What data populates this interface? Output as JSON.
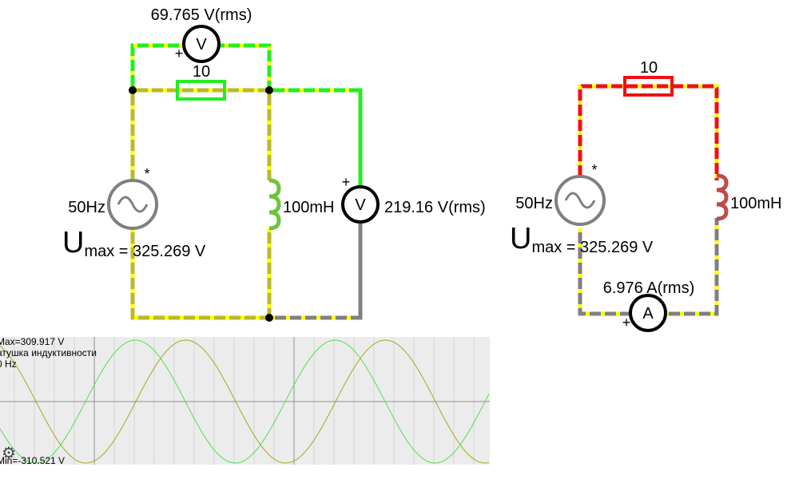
{
  "circuit_left": {
    "voltmeter_top_reading": "69.765 V(rms)",
    "voltmeter_top_symbol": "V",
    "voltmeter_top_plus": "+",
    "resistor_label": "10",
    "source_freq": "50Hz",
    "source_star": "*",
    "source_umax_u": "U",
    "source_umax_sub": "max",
    "source_umax_value": " = 325.269 V",
    "inductor_label": "100mH",
    "voltmeter_right_reading": "219.16 V(rms)",
    "voltmeter_right_symbol": "V",
    "voltmeter_right_plus": "+"
  },
  "circuit_right": {
    "resistor_label": "10",
    "source_freq": "50Hz",
    "source_star": "*",
    "source_umax_u": "U",
    "source_umax_sub": "max",
    "source_umax_value": " = 325.269 V",
    "inductor_label": "100mH",
    "ammeter_reading": "6.976 A(rms)",
    "ammeter_symbol": "A",
    "ammeter_plus": "+"
  },
  "oscilloscope": {
    "max_label": "Max=309.917 V",
    "element_label": "атушка индуктивности",
    "freq_label": "0 Hz",
    "min_label": "Min=-310.521 V",
    "gear_icon": "gear-icon"
  },
  "colors": {
    "wire_green": "#22ee22",
    "wire_red": "#ee1111",
    "wire_gray": "#808080",
    "wire_olive": "#b8bb2a",
    "current_dots": "#ffff00",
    "trace_olive": "#a7a81e",
    "trace_green": "#55dd55"
  }
}
